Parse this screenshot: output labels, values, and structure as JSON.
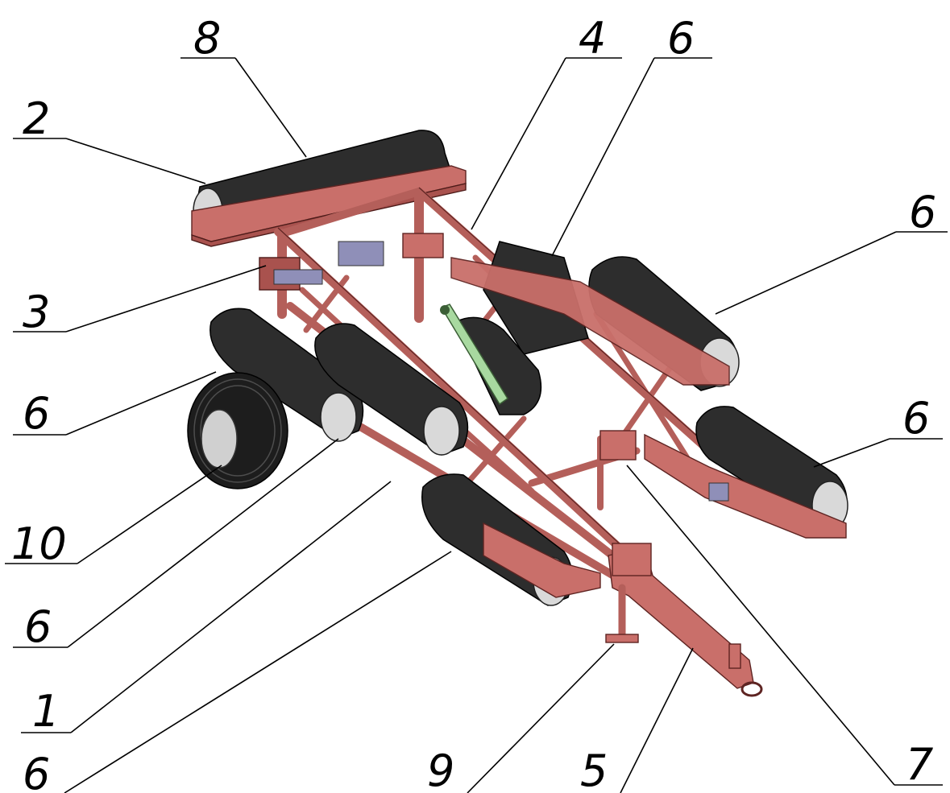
{
  "callouts": [
    {
      "id": "c-1",
      "text": "1"
    },
    {
      "id": "c-2",
      "text": "2"
    },
    {
      "id": "c-3",
      "text": "3"
    },
    {
      "id": "c-4",
      "text": "4"
    },
    {
      "id": "c-5",
      "text": "5"
    },
    {
      "id": "c-6a",
      "text": "6"
    },
    {
      "id": "c-6b",
      "text": "6"
    },
    {
      "id": "c-6c",
      "text": "6"
    },
    {
      "id": "c-6d",
      "text": "6"
    },
    {
      "id": "c-6e",
      "text": "6"
    },
    {
      "id": "c-6f",
      "text": "6"
    },
    {
      "id": "c-7",
      "text": "7"
    },
    {
      "id": "c-8",
      "text": "8"
    },
    {
      "id": "c-9",
      "text": "9"
    },
    {
      "id": "c-10",
      "text": "10"
    }
  ],
  "colors": {
    "frame": "#c96f6a",
    "roller": "#2d2d2d",
    "cylinder": "#a8d9a0",
    "tyre": "#1d1d1d",
    "leader": "#000000"
  }
}
